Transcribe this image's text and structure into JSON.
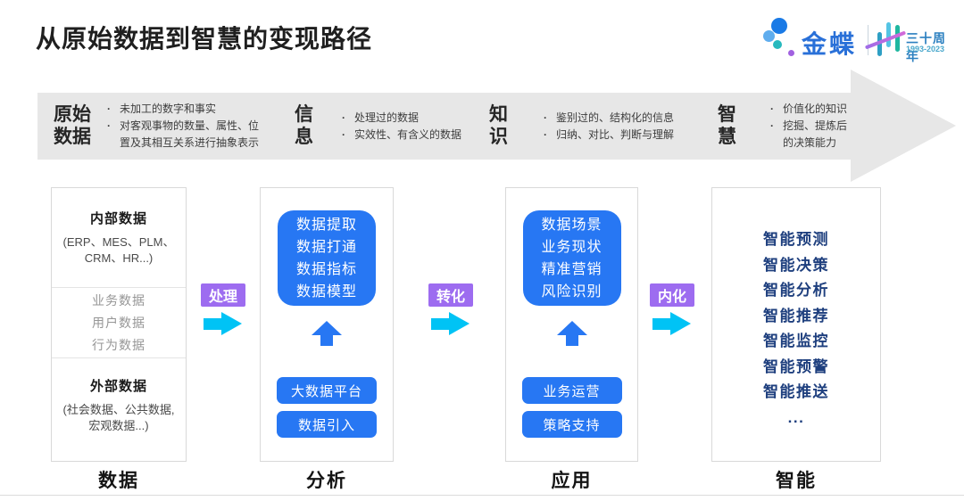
{
  "title": "从原始数据到智慧的变现路径",
  "logo": {
    "brand": "金蝶",
    "anniversary": "三十周年",
    "years": "1993-2023"
  },
  "banner": {
    "stages": [
      {
        "name": "原始\n数据",
        "points": [
          "未加工的数字和事实",
          "对客观事物的数量、属性、位置及其相互关系进行抽象表示"
        ]
      },
      {
        "name": "信\n息",
        "points": [
          "处理过的数据",
          "实效性、有含义的数据"
        ]
      },
      {
        "name": "知\n识",
        "points": [
          "鉴别过的、结构化的信息",
          "归纳、对比、判断与理解"
        ]
      },
      {
        "name": "智\n慧",
        "points": [
          "价值化的知识",
          "挖掘、提炼后的决策能力"
        ]
      }
    ]
  },
  "flow_arrows": [
    {
      "label": "处理"
    },
    {
      "label": "转化"
    },
    {
      "label": "内化"
    }
  ],
  "columns": [
    {
      "label": "数据",
      "internal": {
        "title": "内部数据",
        "subtitle": "(ERP、MES、PLM、\nCRM、HR...)"
      },
      "middle_items": [
        "业务数据",
        "用户数据",
        "行为数据"
      ],
      "external": {
        "title": "外部数据",
        "subtitle": "(社会数据、公共数据,\n宏观数据...)"
      }
    },
    {
      "label": "分析",
      "capabilities": [
        "数据提取",
        "数据打通",
        "数据指标",
        "数据模型"
      ],
      "buttons": [
        "大数据平台",
        "数据引入"
      ]
    },
    {
      "label": "应用",
      "capabilities": [
        "数据场景",
        "业务现状",
        "精准营销",
        "风险识别"
      ],
      "buttons": [
        "业务运营",
        "策略支持"
      ]
    },
    {
      "label": "智能",
      "items": [
        "智能预测",
        "智能决策",
        "智能分析",
        "智能推荐",
        "智能监控",
        "智能预警",
        "智能推送",
        "..."
      ]
    }
  ],
  "colors": {
    "accent_blue": "#2777f3",
    "navy_text": "#1e3f7e",
    "cyan_arrow": "#00c3f5",
    "purple_badge": "#9d6cf0",
    "banner_gray": "#e7e7e7",
    "brand_blue": "#2970d8"
  }
}
